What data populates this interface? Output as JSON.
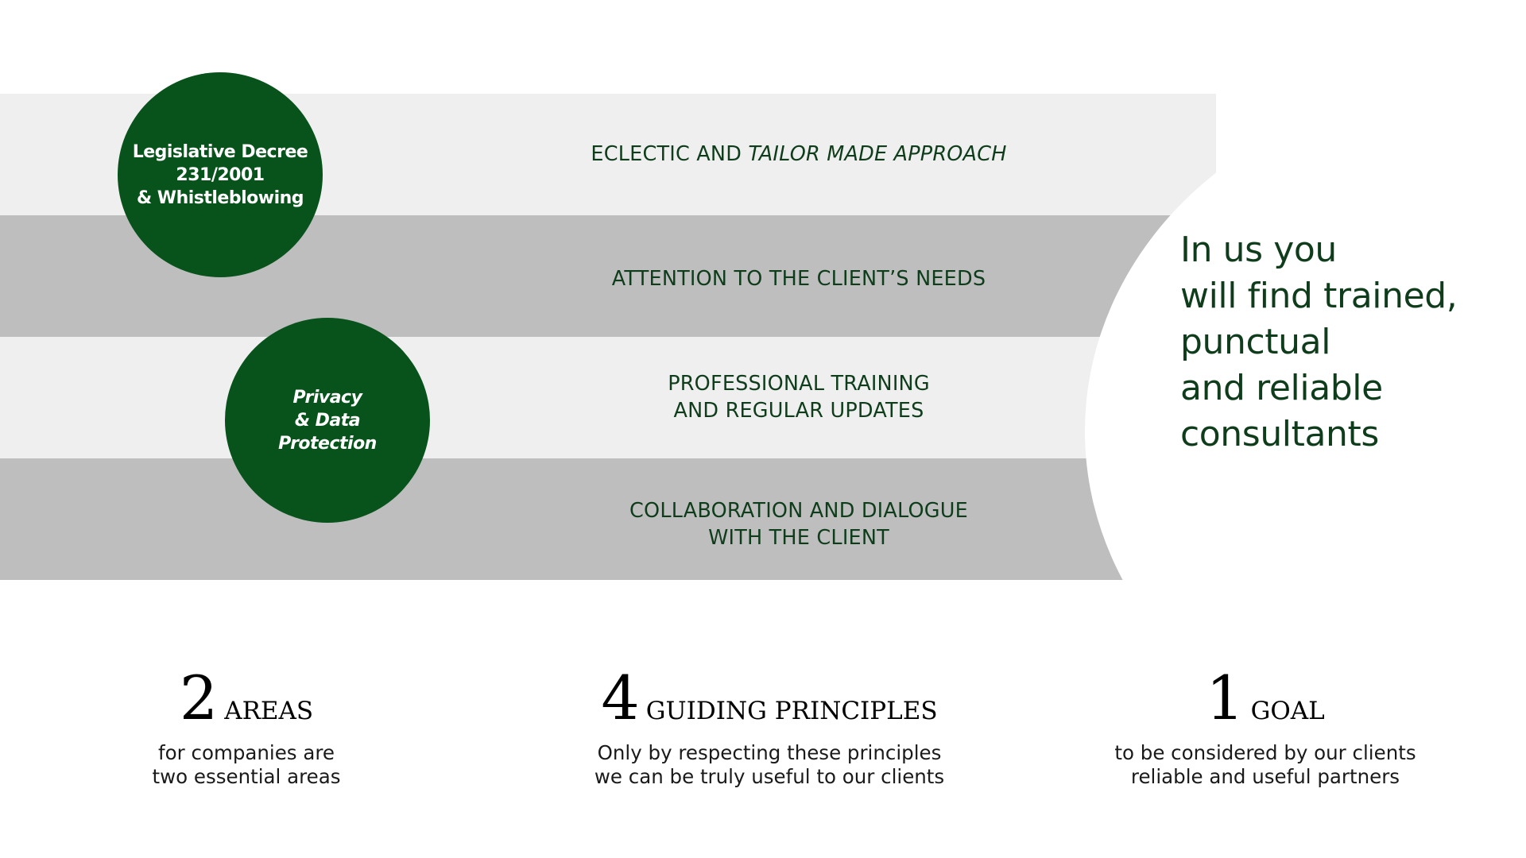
{
  "principles": [
    {
      "text": "ECLECTIC AND ",
      "emphasis": "TAILOR MADE APPROACH"
    },
    {
      "text": "ATTENTION TO THE CLIENT’S NEEDS"
    },
    {
      "lines": [
        "PROFESSIONAL TRAINING",
        "AND REGULAR UPDATES"
      ]
    },
    {
      "lines": [
        "COLLABORATION AND DIALOGUE",
        "WITH THE CLIENT"
      ]
    }
  ],
  "areas": [
    {
      "lines": [
        "Legislative Decree",
        "231/2001",
        "& Whistleblowing"
      ]
    },
    {
      "lines": [
        "Privacy",
        "& Data",
        "Protection"
      ]
    }
  ],
  "tagline": {
    "lines": [
      "In us you",
      "will find trained,",
      "punctual",
      "and reliable",
      "consultants"
    ]
  },
  "stats": [
    {
      "number": "2",
      "word": "AREAS",
      "desc": [
        "for companies are",
        "two essential areas"
      ]
    },
    {
      "number": "4",
      "word": "GUIDING PRINCIPLES",
      "desc": [
        "Only by respecting these principles",
        "we can be truly useful to our clients"
      ]
    },
    {
      "number": "1",
      "word": "GOAL",
      "desc": [
        "to be considered by our clients",
        "reliable and useful partners"
      ]
    }
  ],
  "colors": {
    "brand_green": "#07531b",
    "text_green": "#0f3d1c",
    "band_light": "#efefef",
    "band_dark": "#bebebe"
  }
}
